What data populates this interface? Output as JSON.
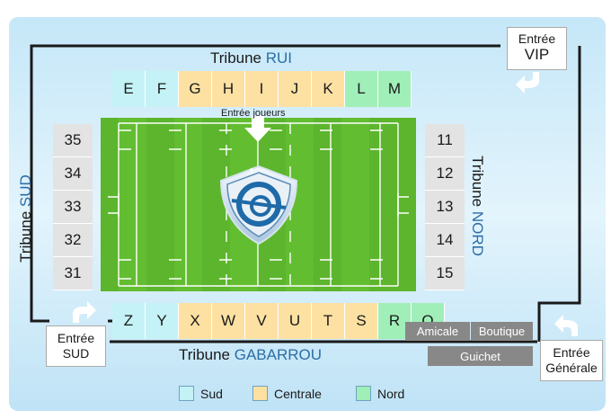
{
  "tribunes": {
    "rui": {
      "prefix": "Tribune",
      "name": "RUI"
    },
    "gabarrou": {
      "prefix": "Tribune",
      "name": "GABARROU"
    },
    "sud": {
      "prefix": "Tribune",
      "name": "SUD"
    },
    "nord": {
      "prefix": "Tribune",
      "name": "NORD"
    }
  },
  "rui_blocks": [
    {
      "label": "E",
      "zone": "sud"
    },
    {
      "label": "F",
      "zone": "sud"
    },
    {
      "label": "G",
      "zone": "centrale"
    },
    {
      "label": "H",
      "zone": "centrale"
    },
    {
      "label": "I",
      "zone": "centrale"
    },
    {
      "label": "J",
      "zone": "centrale"
    },
    {
      "label": "K",
      "zone": "centrale"
    },
    {
      "label": "L",
      "zone": "nord"
    },
    {
      "label": "M",
      "zone": "nord"
    }
  ],
  "gabarrou_blocks": [
    {
      "label": "Z",
      "zone": "sud"
    },
    {
      "label": "Y",
      "zone": "sud"
    },
    {
      "label": "X",
      "zone": "centrale"
    },
    {
      "label": "W",
      "zone": "centrale"
    },
    {
      "label": "V",
      "zone": "centrale"
    },
    {
      "label": "U",
      "zone": "centrale"
    },
    {
      "label": "T",
      "zone": "centrale"
    },
    {
      "label": "S",
      "zone": "centrale"
    },
    {
      "label": "R",
      "zone": "nord"
    },
    {
      "label": "Q",
      "zone": "nord"
    }
  ],
  "sud_blocks": [
    "35",
    "34",
    "33",
    "32",
    "31"
  ],
  "nord_blocks": [
    "11",
    "12",
    "13",
    "14",
    "15"
  ],
  "entrances": {
    "joueurs": "Entrée joueurs",
    "vip": {
      "line1": "Entrée",
      "line2": "VIP"
    },
    "sud": {
      "line1": "Entrée",
      "line2": "SUD"
    },
    "generale": {
      "line1": "Entrée",
      "line2": "Générale"
    }
  },
  "services": {
    "amicale": "Amicale",
    "boutique": "Boutique",
    "guichet": "Guichet"
  },
  "legend": [
    {
      "label": "Sud",
      "color": "#c4f2f6"
    },
    {
      "label": "Centrale",
      "color": "#fde1a3"
    },
    {
      "label": "Nord",
      "color": "#a0eeb8"
    }
  ],
  "colors": {
    "sud": "#c4f2f6",
    "centrale": "#fde1a3",
    "nord": "#a0eeb8",
    "field": "#5cb52c",
    "accent": "#2b6ea6"
  },
  "logo": {
    "icon": "castres-olympique-crest-icon"
  }
}
